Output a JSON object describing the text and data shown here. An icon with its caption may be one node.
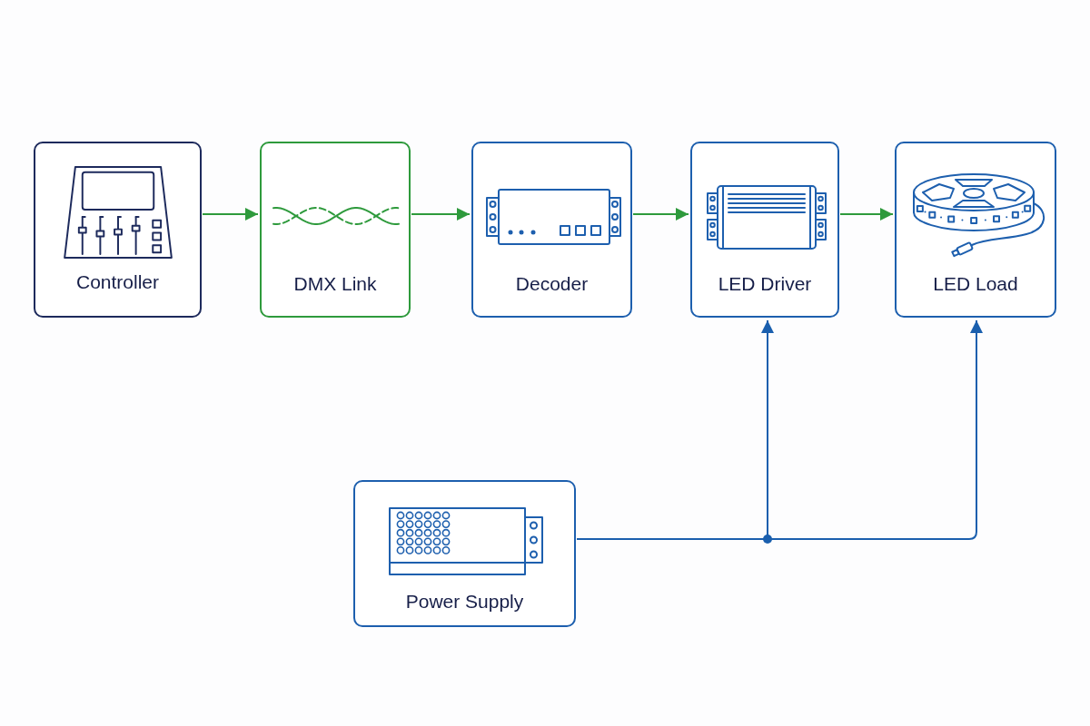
{
  "diagram": {
    "nodes": [
      {
        "text": [
          "Controller"
        ]
      },
      {
        "text": [
          "DMX Link"
        ]
      },
      {
        "text": [
          "Decoder"
        ]
      },
      {
        "text": [
          "LED Driver"
        ]
      },
      {
        "text": [
          "LED Load"
        ]
      },
      {
        "text": [
          "Power Supply"
        ]
      }
    ],
    "edges": [
      {
        "from": 0,
        "to": 1,
        "arrow": "to"
      },
      {
        "from": 1,
        "to": 2,
        "arrow": "to"
      },
      {
        "from": 2,
        "to": 3,
        "arrow": "to"
      },
      {
        "from": 3,
        "to": 4,
        "arrow": "to"
      },
      {
        "from": 5,
        "to": 3,
        "arrow": "to",
        "color": "#1a5fae"
      },
      {
        "from": 5,
        "to": 4,
        "arrow": "to",
        "color": "#1a5fae"
      }
    ]
  }
}
